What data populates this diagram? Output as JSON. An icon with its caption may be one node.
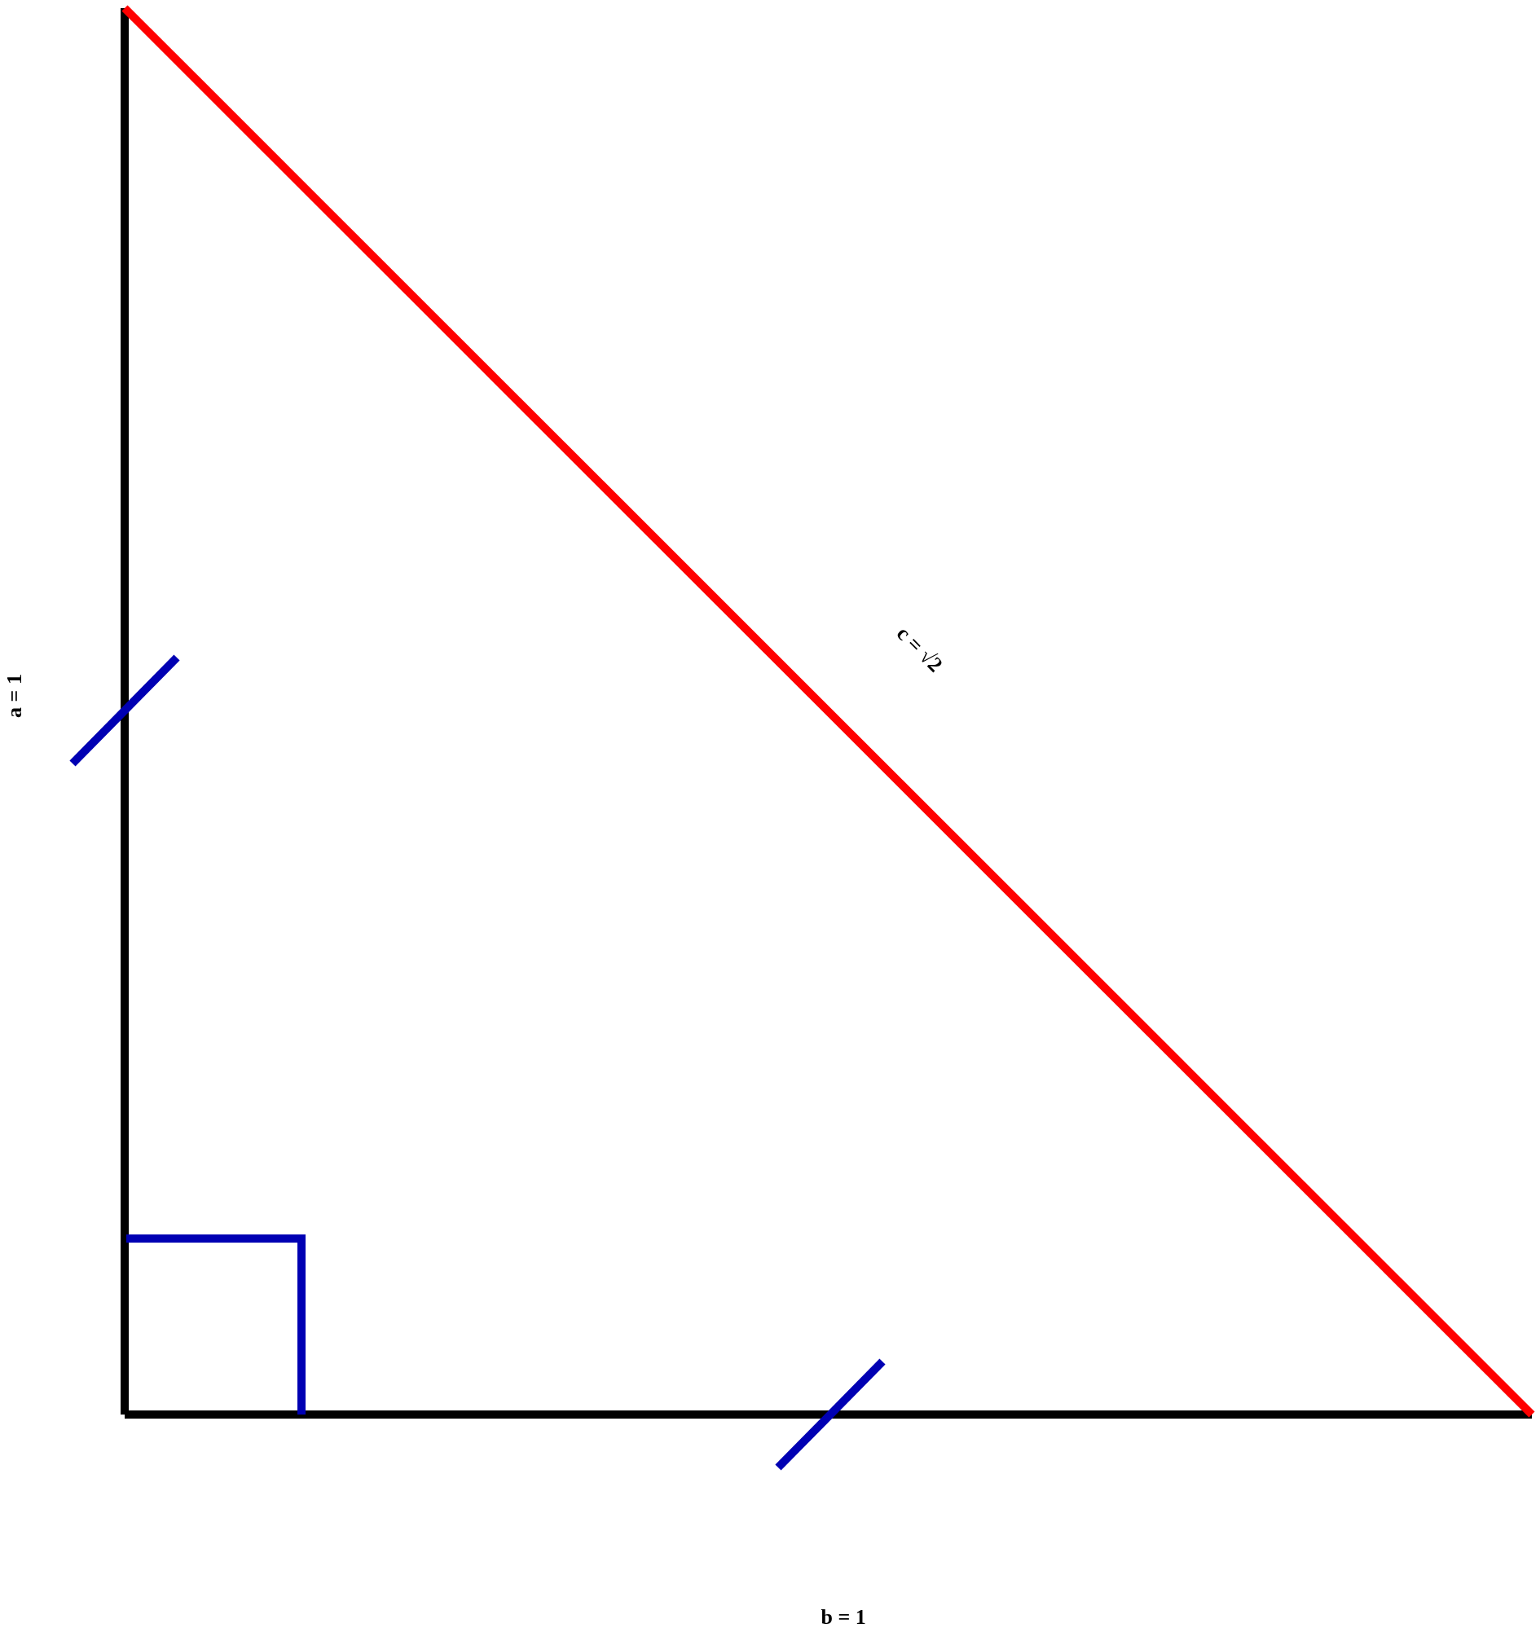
{
  "diagram": {
    "labels": [
      "a = 1",
      "c = √2",
      "b = 1"
    ]
  }
}
